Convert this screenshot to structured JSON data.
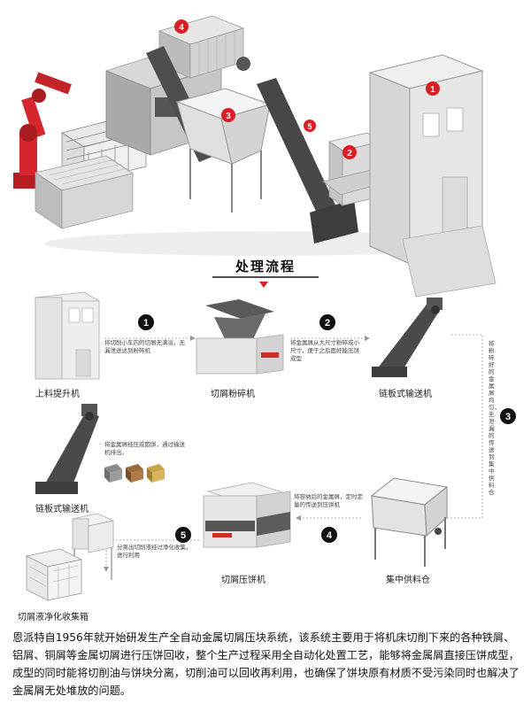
{
  "flow_title": "处理流程",
  "hero_badges": [
    "1",
    "2",
    "3",
    "4",
    "5"
  ],
  "nodes": {
    "lift": "上料提升机",
    "crusher": "切屑粉碎机",
    "chain_conveyor_top": "链板式输送机",
    "hopper": "集中供料仓",
    "press": "切屑压饼机",
    "chain_conveyor_left": "链板式输送机",
    "purifier": "切屑液净化收集箱"
  },
  "steps": [
    "1",
    "2",
    "3",
    "4",
    "5"
  ],
  "notes": {
    "step1": "将切削小车内的切屑无满溢，无漏泄送达到粉碎机",
    "step2": "将金属屑从大尺寸粉碎成小尺寸，便于之后面好能压饼成型",
    "step3": "将粉碎好的金属屑均匀，无泄漏的传送到集中供料仓",
    "step4": "将容纳后的金属屑，定时定量的传送到压饼机",
    "step5": "分离出切削液经过净化收集，进行利用",
    "conveyor_left": "将金属屑经压成圆饼，通过输送机排出。"
  },
  "description": "恩派特自1956年就开始研发生产全自动金属切屑压块系统，该系统主要用于将机床切削下来的各种铁屑、铝屑、铜屑等金属切屑进行压饼回收，整个生产过程采用全自动化处置工艺，能够将金属屑直接压饼成型，成型的同时能将切削油与饼块分离，切削油可以回收再利用，也确保了饼块原有材质不受污染同时也解决了金属屑无处堆放的问题。",
  "colors": {
    "accent_red": "#d91f26",
    "machine_gray": "#c9c9c9",
    "dark_gray": "#4a4a4a"
  }
}
